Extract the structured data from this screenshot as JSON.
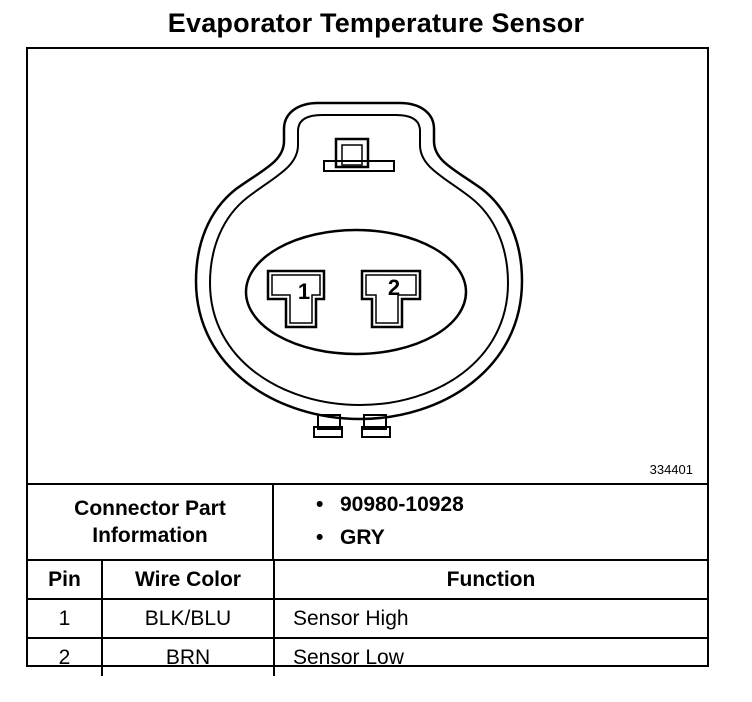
{
  "title": "Evaporator Temperature Sensor",
  "figure": {
    "id": "334401",
    "cavity_labels": [
      "1",
      "2"
    ]
  },
  "connector_info": {
    "label_line1": "Connector Part",
    "label_line2": "Information",
    "items": [
      {
        "bullet": "•",
        "text": "90980-10928"
      },
      {
        "bullet": "•",
        "text": "GRY"
      }
    ]
  },
  "pin_table": {
    "headers": [
      "Pin",
      "Wire Color",
      "Function"
    ],
    "rows": [
      {
        "pin": "1",
        "wire_color": "BLK/BLU",
        "function": "Sensor High"
      },
      {
        "pin": "2",
        "wire_color": "BRN",
        "function": "Sensor Low"
      }
    ]
  }
}
